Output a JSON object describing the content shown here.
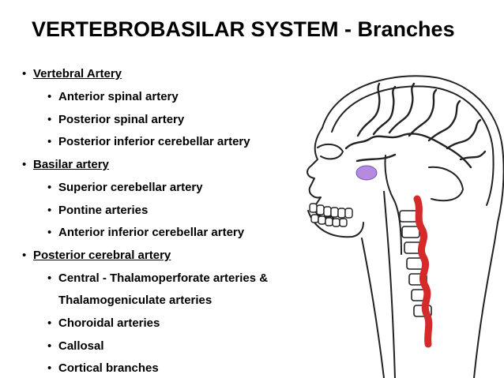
{
  "slide": {
    "title": "VERTEBROBASILAR SYSTEM - Branches"
  },
  "bullet_char": "•",
  "sections": [
    {
      "heading": "Vertebral Artery",
      "items": [
        "Anterior spinal artery",
        "Posterior spinal artery",
        "Posterior inferior cerebellar artery"
      ]
    },
    {
      "heading": "Basilar artery",
      "items": [
        "Superior cerebellar artery",
        "Pontine arteries",
        "Anterior inferior cerebellar artery"
      ]
    },
    {
      "heading": "Posterior cerebral artery",
      "items": [
        "Central - Thalamoperforate arteries &",
        "Thalamogeniculate arteries",
        "Choroidal arteries",
        "Callosal",
        "Cortical branches"
      ]
    }
  ],
  "colors": {
    "artery_red": "#d42a2a",
    "basilar_purple": "#b48be0",
    "outline": "#222222"
  }
}
